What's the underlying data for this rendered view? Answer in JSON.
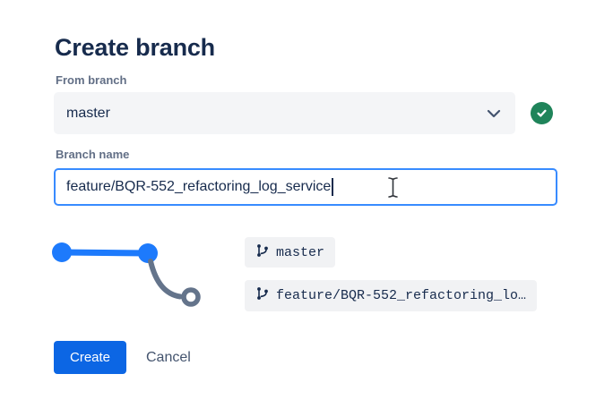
{
  "dialog": {
    "title": "Create branch"
  },
  "from_branch": {
    "label": "From branch",
    "selected": "master",
    "validation": "success"
  },
  "branch_name": {
    "label": "Branch name",
    "value": "feature/BQR-552_refactoring_log_service"
  },
  "graph": {
    "source_chip": "master",
    "target_chip": "feature/BQR-552_refactoring_lo…"
  },
  "actions": {
    "create": "Create",
    "cancel": "Cancel"
  },
  "colors": {
    "text_dark": "#172B4D",
    "label_gray": "#626F86",
    "select_bg": "#F4F5F7",
    "chip_bg": "#F1F2F4",
    "focus_border": "#388BFF",
    "graph_blue": "#1D7AFC",
    "graph_gray": "#64748B",
    "success_green": "#1F845A",
    "button_blue": "#0C66E4"
  }
}
